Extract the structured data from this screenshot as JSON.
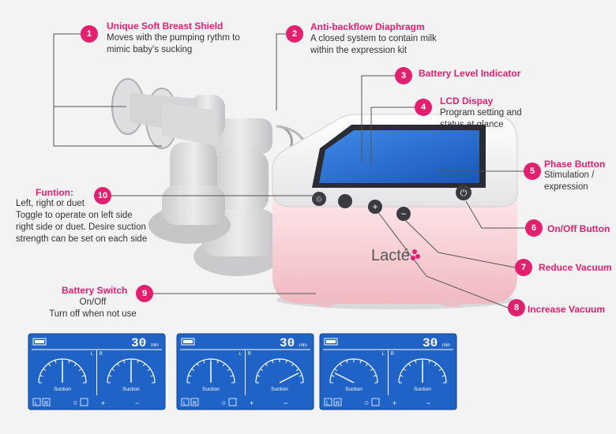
{
  "callouts": [
    {
      "num": "1",
      "title": "Unique Soft Breast Shield",
      "desc": [
        "Moves with the pumping rythm to",
        "mimic baby's sucking"
      ]
    },
    {
      "num": "2",
      "title": "Anti-backflow Diaphragm",
      "desc": [
        "A closed system to contain milk",
        "within the expression kit"
      ]
    },
    {
      "num": "3",
      "title": "Battery Level Indicator",
      "desc": []
    },
    {
      "num": "4",
      "title": "LCD Dispay",
      "desc": [
        "Program setting and",
        "status at glance"
      ]
    },
    {
      "num": "5",
      "title": "Phase Button",
      "desc": [
        "Stimulation /",
        "expression"
      ]
    },
    {
      "num": "6",
      "title": "On/Off Button",
      "desc": []
    },
    {
      "num": "7",
      "title": "Reduce Vacuum",
      "desc": []
    },
    {
      "num": "8",
      "title": "Increase Vacuum",
      "desc": []
    },
    {
      "num": "9",
      "title": "Battery Switch",
      "desc": [
        "On/Off",
        "Turn off when not use"
      ]
    },
    {
      "num": "10",
      "title": "Funtion:",
      "desc": [
        "Left, right or duet",
        "Toggle to operate on left side",
        "right side or duet. Desire suction",
        "strength can be set on each side"
      ]
    }
  ],
  "brand": "Lacté",
  "lcd_panels": [
    {
      "time": "30",
      "unit": "min",
      "left_label": "Suction",
      "right_label": "Suction",
      "side_l": "L",
      "side_r": "R",
      "left_needle": 0.5,
      "right_needle": 0.5
    },
    {
      "time": "30",
      "unit": "min",
      "left_label": "Suction",
      "right_label": "Suction",
      "side_l": "L",
      "side_r": "R",
      "left_needle": 0.5,
      "right_needle": 0.85
    },
    {
      "time": "30",
      "unit": "min",
      "left_label": "Suction",
      "right_label": "Suction",
      "side_l": "L",
      "side_r": "R",
      "left_needle": 0.15,
      "right_needle": 0.5
    }
  ],
  "lcd_buttons": {
    "l": "L",
    "r": "R",
    "plus": "+",
    "minus": "−"
  },
  "colors": {
    "accent": "#e2206f",
    "lcd": "#1f63c6",
    "device_pink": "#f3c6cc"
  }
}
